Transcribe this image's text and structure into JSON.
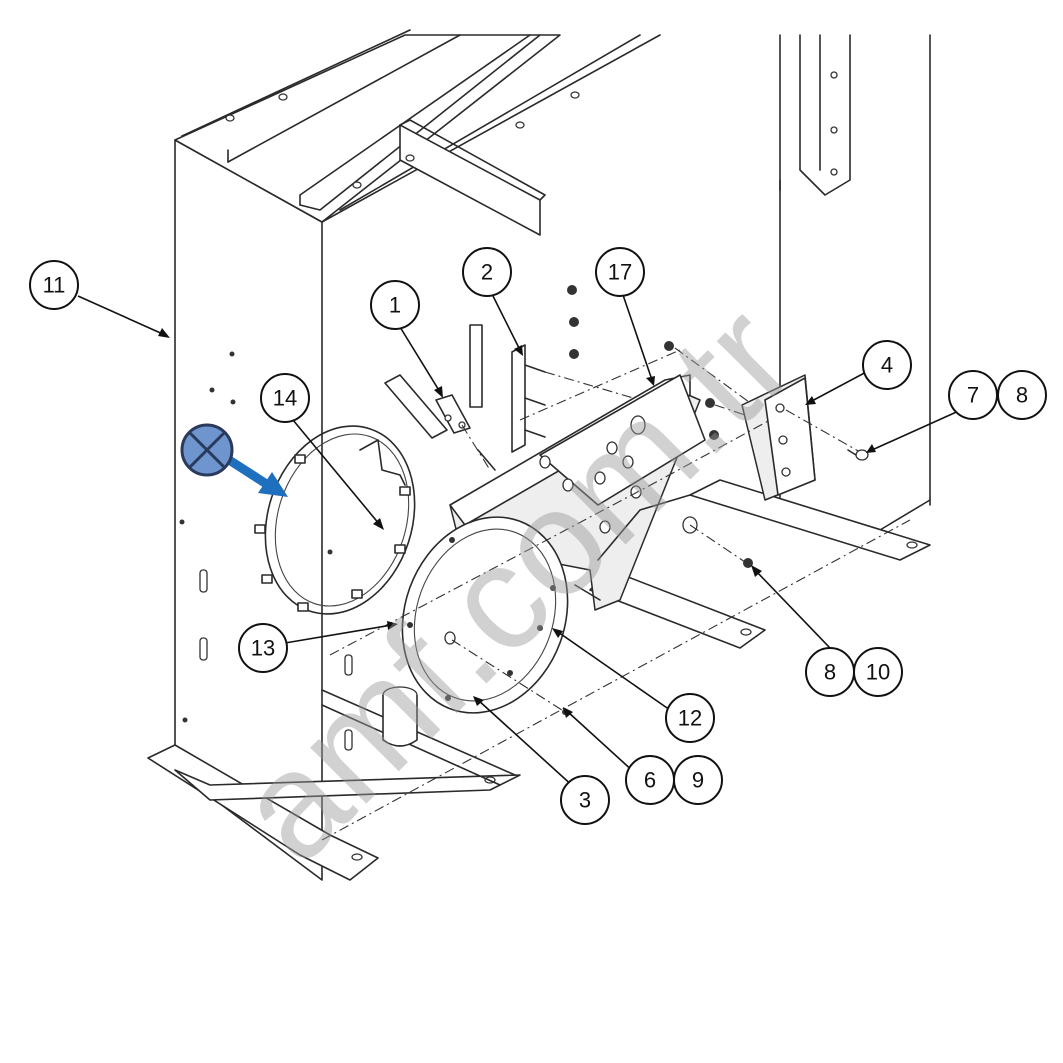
{
  "callouts": [
    {
      "id": "11",
      "label": "11"
    },
    {
      "id": "14",
      "label": "14"
    },
    {
      "id": "1",
      "label": "1"
    },
    {
      "id": "2",
      "label": "2"
    },
    {
      "id": "17",
      "label": "17"
    },
    {
      "id": "4",
      "label": "4"
    },
    {
      "id": "7",
      "label": "7"
    },
    {
      "id": "8a",
      "label": "8"
    },
    {
      "id": "8b",
      "label": "8"
    },
    {
      "id": "10",
      "label": "10"
    },
    {
      "id": "13",
      "label": "13"
    },
    {
      "id": "12",
      "label": "12"
    },
    {
      "id": "6",
      "label": "6"
    },
    {
      "id": "9",
      "label": "9"
    },
    {
      "id": "3",
      "label": "3"
    }
  ],
  "watermark": "amf.com.tr",
  "colors": {
    "marker_fill": "#6f95cf",
    "marker_stroke": "#2a3a5c",
    "arrow": "#1f6fbf",
    "line": "#2a2a2a",
    "watermark": "#9a9a9a"
  },
  "icons": {
    "marker": "crossed-circle-icon",
    "arrow": "arrow-icon"
  }
}
